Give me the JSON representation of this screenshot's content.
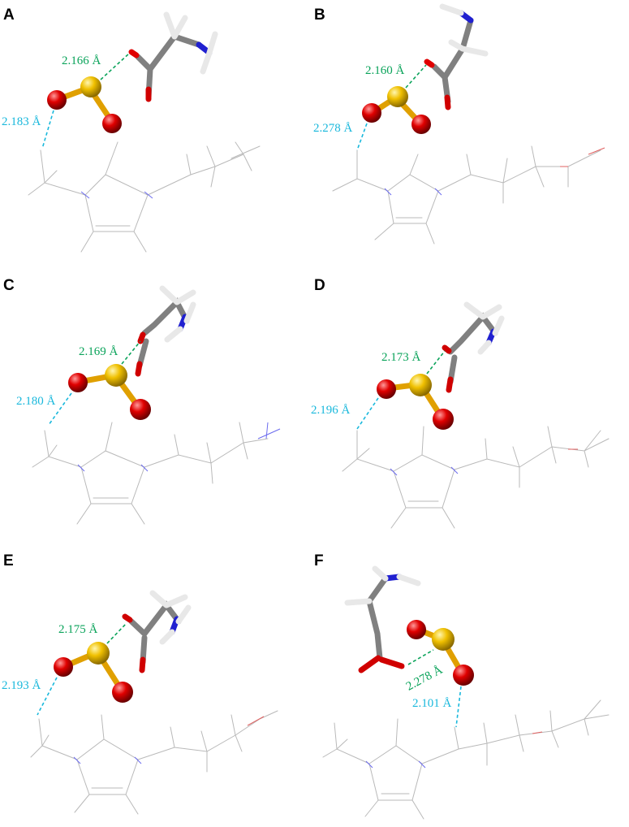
{
  "colors": {
    "green_label": "#0aa35a",
    "cyan_label": "#19b8dc",
    "sulfur": "#f0c000",
    "oxygen": "#e00000",
    "carbon": "#808080",
    "nitrogen": "#2020d0",
    "hydrogen": "#e8e8e8"
  },
  "panels": [
    {
      "letter": "A",
      "green_distance": "2.166 Å",
      "cyan_distance": "2.183 Å"
    },
    {
      "letter": "B",
      "green_distance": "2.160 Å",
      "cyan_distance": "2.278 Å"
    },
    {
      "letter": "C",
      "green_distance": "2.169 Å",
      "cyan_distance": "2.180 Å"
    },
    {
      "letter": "D",
      "green_distance": "2.173 Å",
      "cyan_distance": "2.196 Å"
    },
    {
      "letter": "E",
      "green_distance": "2.175 Å",
      "cyan_distance": "2.193 Å"
    },
    {
      "letter": "F",
      "green_distance": "2.278 Å",
      "cyan_distance": "2.101 Å"
    }
  ]
}
